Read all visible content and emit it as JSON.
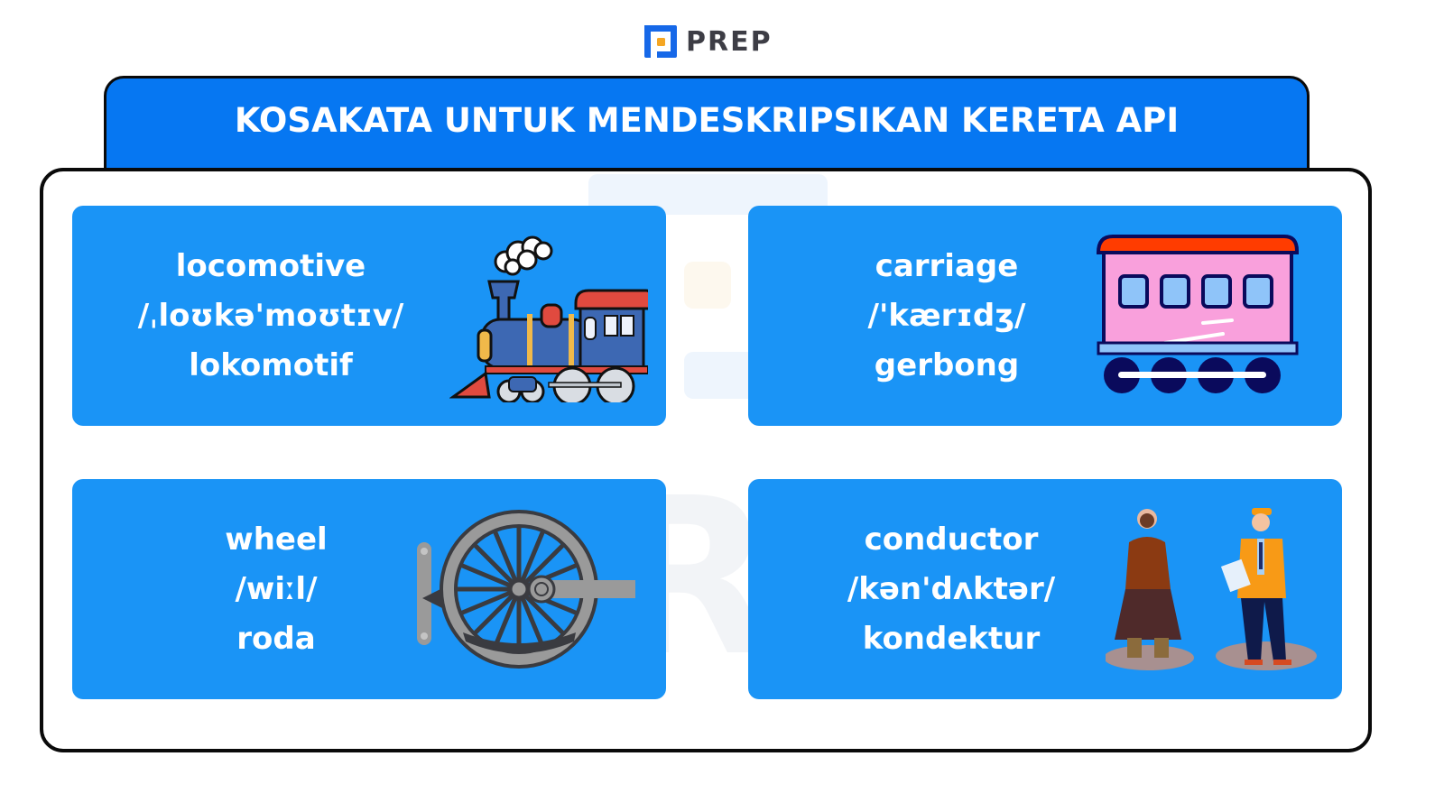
{
  "brand": {
    "logo_text": "PREP",
    "colors": {
      "blue": "#1668e8",
      "orange": "#f5a623",
      "text": "#3d3d45"
    }
  },
  "header": {
    "title": "KOSAKATA UNTUK MENDESKRIPSIKAN KERETA API",
    "background": "#0677f2"
  },
  "cards": [
    {
      "word": "locomotive",
      "ipa": "/ˌloʊkə'moʊtɪv/",
      "translation": "lokomotif",
      "illustration": "steam-locomotive-icon"
    },
    {
      "word": "carriage",
      "ipa": "/'kærɪdʒ/",
      "translation": "gerbong",
      "illustration": "train-carriage-icon"
    },
    {
      "word": "wheel",
      "ipa": "/wiːl/",
      "translation": "roda",
      "illustration": "train-wheel-icon"
    },
    {
      "word": "conductor",
      "ipa": "/kən'dʌktər/",
      "translation": "kondektur",
      "illustration": "conductor-people-icon"
    }
  ],
  "watermark": {
    "text": "PREP"
  },
  "card_color": "#1a94f6"
}
